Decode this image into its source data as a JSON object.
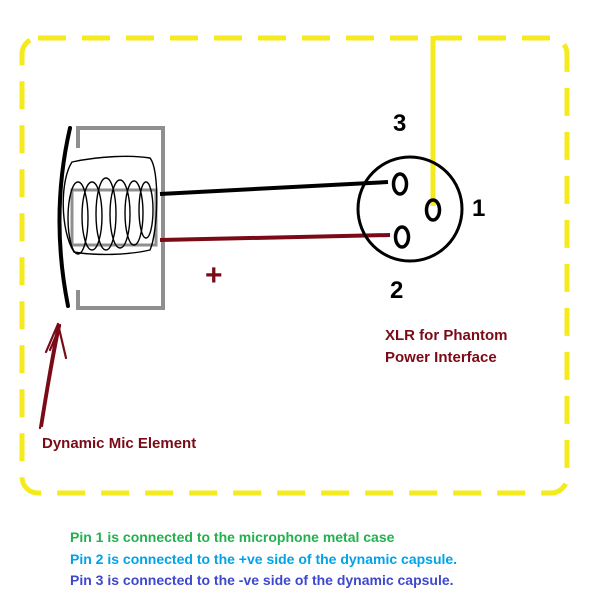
{
  "colors": {
    "border": "#f5ea1e",
    "pin1_wire": "#f5ea1e",
    "signal_wire": "#000000",
    "plus_wire": "#7b0a17",
    "label": "#7b0a17",
    "arrow": "#7b0a17",
    "casing": "#8f8f8f",
    "note_pin1": "#22b14c",
    "note_pin2": "#00a2e8",
    "note_pin3": "#3f48cc"
  },
  "icons": {
    "arrow": "up-arrow-icon",
    "coil": "coil-icon"
  },
  "xlr": {
    "pin1_label": "1",
    "pin2_label": "2",
    "pin3_label": "3",
    "title_line1": "XLR for Phantom",
    "title_line2": "Power Interface"
  },
  "mic": {
    "plus_sign": "+",
    "element_label": "Dynamic Mic Element"
  },
  "notes": {
    "pin1": "Pin 1 is connected to the microphone metal case",
    "pin2": "Pin 2 is connected to the +ve side of the dynamic capsule.",
    "pin3": "Pin 3 is connected to the -ve side of the dynamic capsule."
  }
}
